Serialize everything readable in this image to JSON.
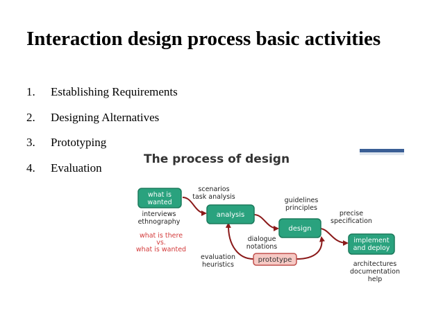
{
  "title": "Interaction design process basic activities",
  "activities": [
    {
      "number": "1.",
      "label": "Establishing Requirements"
    },
    {
      "number": "2.",
      "label": "Designing Alternatives"
    },
    {
      "number": "3.",
      "label": "Prototyping"
    },
    {
      "number": "4.",
      "label": "Evaluation"
    }
  ],
  "diagram": {
    "title": "The process of design",
    "nodes": {
      "what_is_wanted": [
        "what is",
        "wanted"
      ],
      "analysis": "analysis",
      "design": "design",
      "prototype": "prototype",
      "implement": [
        "implement",
        "and deploy"
      ]
    },
    "annotations": {
      "scenarios": [
        "scenarios",
        "task analysis"
      ],
      "interviews": [
        "interviews",
        "ethnography"
      ],
      "what_is_there": [
        "what is there",
        "vs.",
        "what is wanted"
      ],
      "guidelines": [
        "guidelines",
        "principles"
      ],
      "precise": [
        "precise",
        "specification"
      ],
      "dialogue": [
        "dialogue",
        "notations"
      ],
      "evaluation": [
        "evaluation",
        "heuristics"
      ],
      "architectures": [
        "architectures",
        "documentation",
        "help"
      ]
    },
    "colors": {
      "node_fill": "#2aa27e",
      "node_stroke": "#1c7a5c",
      "node_text": "#ffffff",
      "prototype_fill": "#f6c9c4",
      "prototype_stroke": "#c0504d",
      "arrow": "#8b1a1a",
      "accent_text": "#d33a3a",
      "annotation_text": "#222222"
    }
  }
}
